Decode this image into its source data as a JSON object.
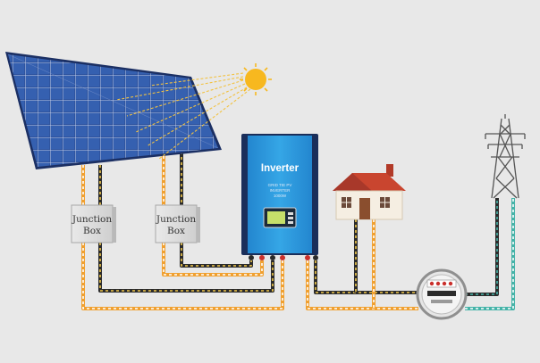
{
  "labels": {
    "inverter_title": "Inverter",
    "inverter_model": "GRID TIE PV",
    "inverter_type": "INVERTER",
    "inverter_rating": "1000W",
    "junction_box_1_line1": "Junction",
    "junction_box_1_line2": "Box",
    "junction_box_2_line1": "Junction",
    "junction_box_2_line2": "Box"
  },
  "colors": {
    "background": "#e8e8e8",
    "panel_cell": "#2c4f98",
    "panel_frame": "#1b2f63",
    "inverter_blue": "#2d9de0",
    "inverter_border": "#1a2e5a",
    "sun": "#f7b81f",
    "wire_orange": "#f0a030",
    "wire_dark": "#2b2b2b",
    "wire_yellow": "#f1c84a",
    "wire_teal": "#45b3a8",
    "roof": "#c9452f",
    "house_wall": "#f5eee2"
  },
  "icons": {
    "sun": "sun-icon",
    "house": "house-icon",
    "tower": "transmission-tower-icon",
    "meter": "electric-meter-icon"
  }
}
